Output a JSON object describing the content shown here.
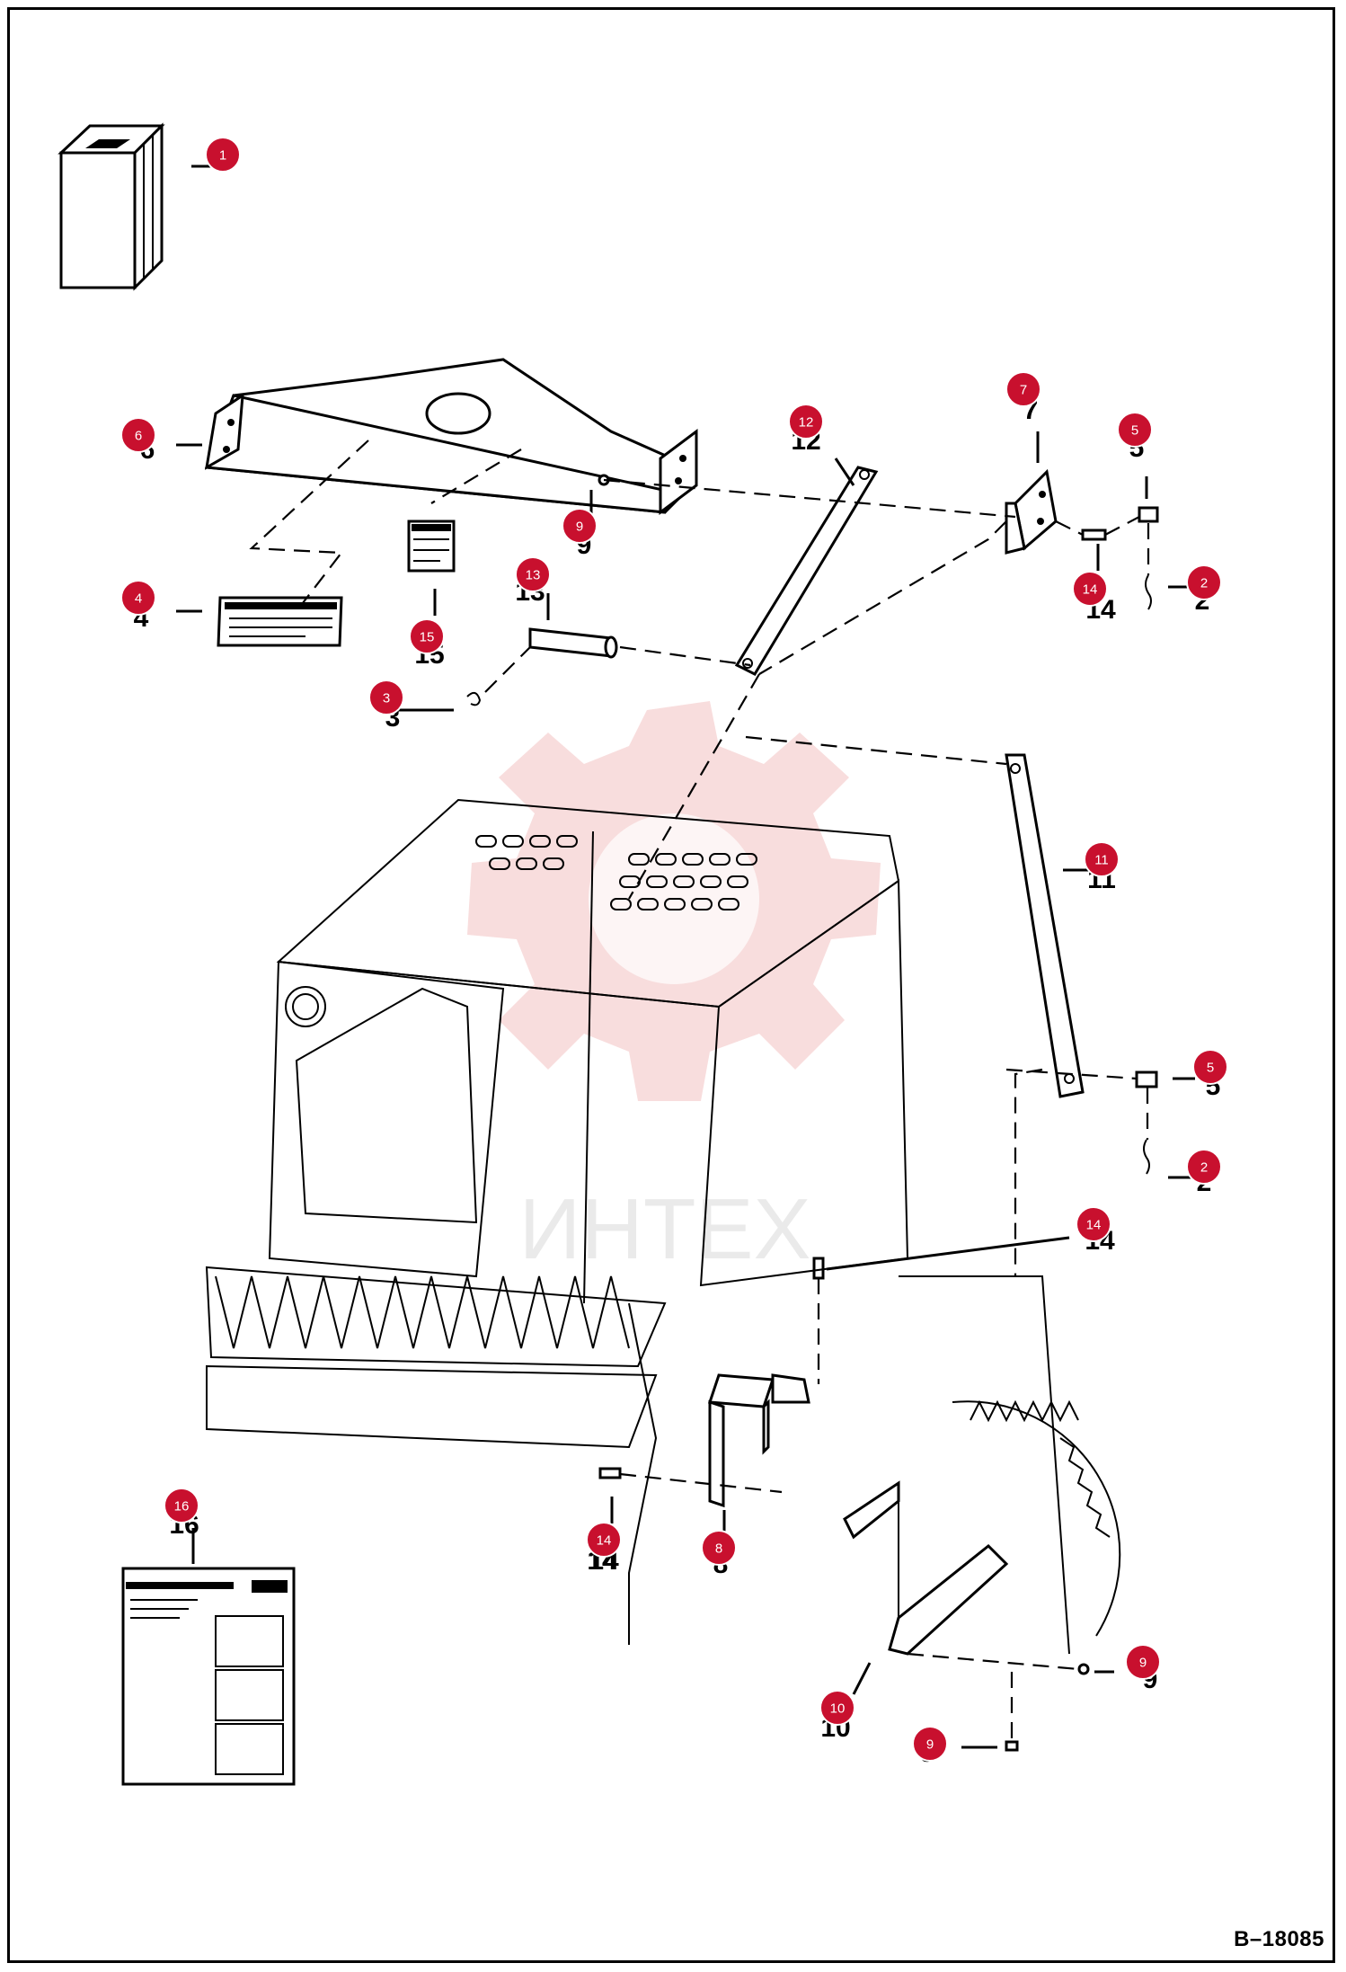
{
  "drawing_ref": "B–18085",
  "watermark": "ИНТЕХ",
  "colors": {
    "badge": "#c8102e",
    "watermark": "#f3c1c1",
    "line": "#000000"
  },
  "callouts": [
    {
      "n": "1"
    },
    {
      "n": "2"
    },
    {
      "n": "2"
    },
    {
      "n": "3"
    },
    {
      "n": "4"
    },
    {
      "n": "5"
    },
    {
      "n": "5"
    },
    {
      "n": "6"
    },
    {
      "n": "7"
    },
    {
      "n": "8"
    },
    {
      "n": "9"
    },
    {
      "n": "9"
    },
    {
      "n": "9"
    },
    {
      "n": "10"
    },
    {
      "n": "11"
    },
    {
      "n": "12"
    },
    {
      "n": "13"
    },
    {
      "n": "14"
    },
    {
      "n": "14"
    },
    {
      "n": "14"
    },
    {
      "n": "15"
    },
    {
      "n": "16"
    }
  ],
  "part_numbers": [
    {
      "n": "2"
    },
    {
      "n": "2"
    },
    {
      "n": "3"
    },
    {
      "n": "4"
    },
    {
      "n": "5"
    },
    {
      "n": "5"
    },
    {
      "n": "6"
    },
    {
      "n": "7"
    },
    {
      "n": "8"
    },
    {
      "n": "9"
    },
    {
      "n": "9"
    },
    {
      "n": "9"
    },
    {
      "n": "10"
    },
    {
      "n": "11"
    },
    {
      "n": "12"
    },
    {
      "n": "13"
    },
    {
      "n": "14"
    },
    {
      "n": "14"
    },
    {
      "n": "14"
    },
    {
      "n": "14"
    },
    {
      "n": "15"
    },
    {
      "n": "16"
    }
  ]
}
